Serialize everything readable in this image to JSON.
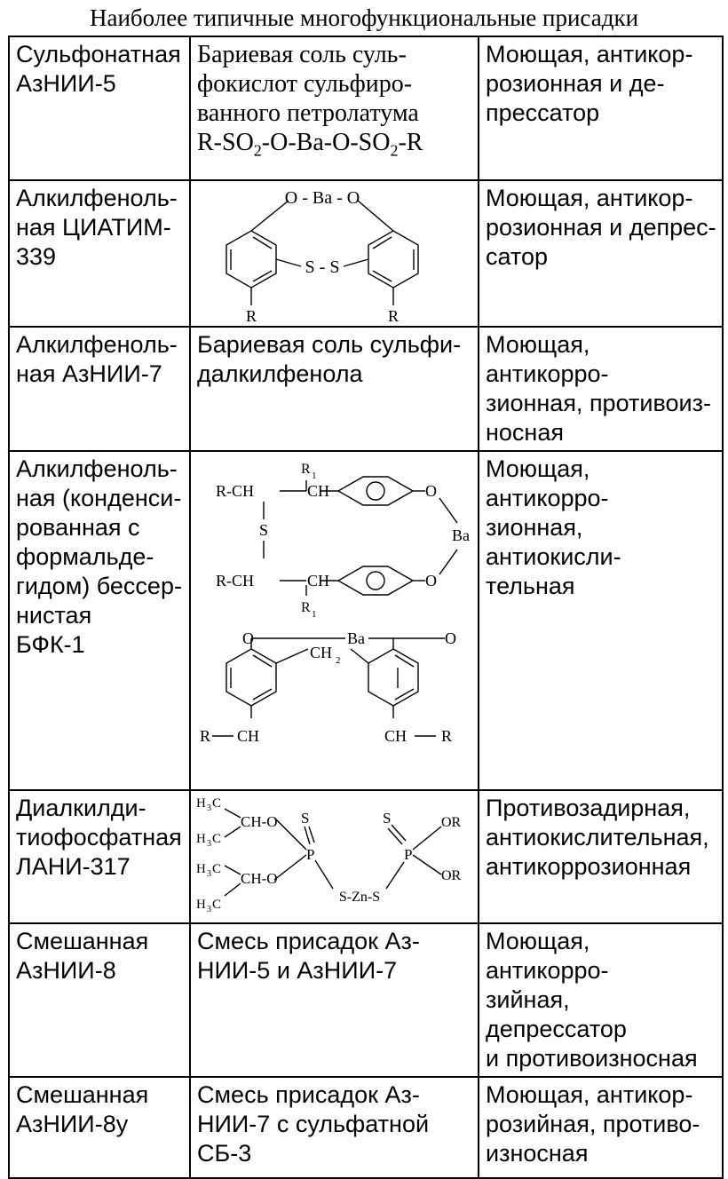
{
  "caption": "Наиболее типичные многофункциональные присадки",
  "rows": [
    {
      "name": [
        "Сульфонатная",
        "АзНИИ-5"
      ],
      "composition": [
        "Бариевая соль суль-",
        "фокислот сульфиро-",
        "ванного петролатума"
      ],
      "formula": {
        "a": "R-SO",
        "sub1": "2",
        "b": "-O-Ba-O-SO",
        "sub2": "2",
        "c": "-R"
      },
      "properties": [
        "Моющая, антикор-",
        "розионная и де-",
        "прессатор"
      ]
    },
    {
      "name": [
        "Алкилфеноль-",
        "ная ЦИАТИМ-",
        "339"
      ],
      "structure": {
        "bridge": "O - Ba - O",
        "link": "S - S",
        "r_left": "R",
        "r_right": "R"
      },
      "properties": [
        "Моющая, антикор-",
        "розионная и депрес-",
        "сатор"
      ]
    },
    {
      "name": [
        "Алкилфеноль-",
        "ная АзНИИ-7"
      ],
      "composition": [
        "Бариевая соль сульфи-",
        "далкилфенола"
      ],
      "properties": [
        "Моющая, антикорро-",
        "зионная, противоиз-",
        "носная"
      ]
    },
    {
      "name": [
        "Алкилфеноль-",
        "ная (конденси-",
        "рованная с",
        "формальде-",
        "гидом) бессер-",
        "нистая",
        "БФК-1"
      ],
      "structure": {
        "r1_top": "R",
        "r1_top_sub": "1",
        "rch_top": "R-CH",
        "ch_top": "CH",
        "s": "S",
        "rch_bottom": "R-CH",
        "ch_bottom": "CH",
        "r1_bottom": "R",
        "r1_bottom_sub": "1",
        "o1": "O",
        "o2": "O",
        "ba": "Ba",
        "o3": "O",
        "ba2": "Ba",
        "o4": "O",
        "ch2": "CH",
        "ch2_sub": "2",
        "r_left": "R",
        "ch_left": "CH",
        "ch_right": "CH",
        "r_right": "R"
      },
      "properties": [
        "Моющая, антикорро-",
        "зионная, антиокисли-",
        "тельная"
      ]
    },
    {
      "name": [
        "Диалкилди-",
        "тиофосфатная",
        "ЛАНИ-317"
      ],
      "structure": {
        "h3c": "H",
        "h3c_sub": "3",
        "h3c_c": "C",
        "cho": "CH-O",
        "s1": "S",
        "s2": "S",
        "p": "P",
        "or": "OR",
        "bridge": "S-Zn-S"
      },
      "properties": [
        "Противозадирная,",
        "антиокислительная,",
        "антикоррозионная"
      ]
    },
    {
      "name": [
        "Смешанная",
        "АзНИИ-8"
      ],
      "composition": [
        "Смесь присадок Аз-",
        "НИИ-5 и АзНИИ-7"
      ],
      "properties": [
        "Моющая, антикорро-",
        "зийная, депрессатор",
        "и противоизносная"
      ]
    },
    {
      "name": [
        "Смешанная",
        "АзНИИ-8у"
      ],
      "composition": [
        "Смесь присадок Аз-",
        "НИИ-7 с сульфатной",
        "СБ-3"
      ],
      "properties": [
        "Моющая, антикор-",
        "розийная, противо-",
        "износная"
      ]
    }
  ]
}
